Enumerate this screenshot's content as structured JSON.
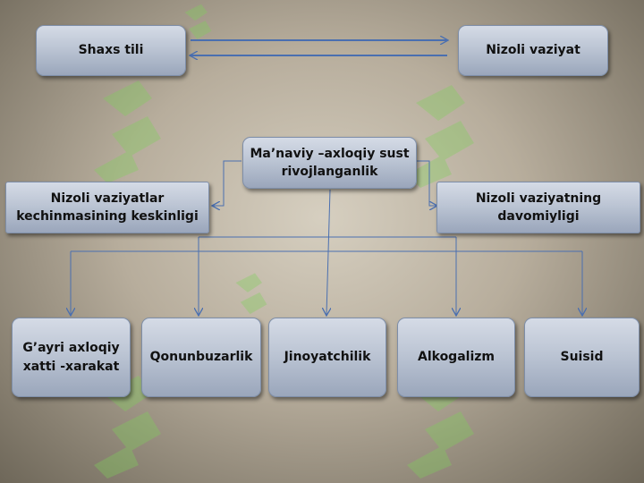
{
  "top": {
    "left_box": "Shaxs tili",
    "right_box": "Nizoli vaziyat"
  },
  "center_box": "Ma’naviy –axloqiy sust\nrivojlanganlik",
  "side": {
    "left_box": "Nizoli vaziyatlar\nkechinmasining keskinligi",
    "right_box": "Nizoli vaziyatning\ndavomiyligi"
  },
  "bottom": [
    {
      "label": "G’ayri axloqiy\nxatti -xarakat"
    },
    {
      "label": "Qonunbuzarlik"
    },
    {
      "label": "Jinoyatchilik"
    },
    {
      "label": "Alkogalizm"
    },
    {
      "label": "Suisid"
    }
  ],
  "colors": {
    "box_fill_top": "#d5dbe6",
    "box_fill_bottom": "#9aa6bb",
    "connector": "#4a6fb0",
    "watermark": "#7fd15a"
  }
}
